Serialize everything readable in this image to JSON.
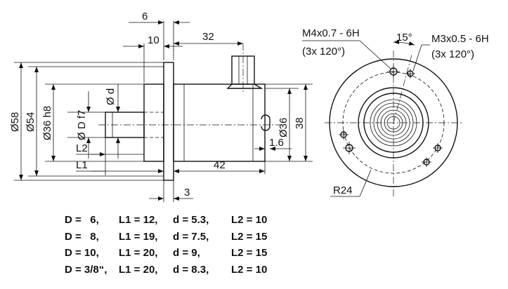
{
  "side_view": {
    "dim_6": "6",
    "dim_10": "10",
    "dim_32": "32",
    "dim_58": "Ø58",
    "dim_54": "Ø54",
    "dim_36h8": "Ø36 h8",
    "dim_Df7": "Ø D f7",
    "dim_d": "Ø d",
    "dim_L2": "L2",
    "dim_L1": "L1",
    "dim_42": "42",
    "dim_3": "3",
    "dim_16": "1.6",
    "dim_36": "Ø36",
    "dim_38": "38"
  },
  "front_view": {
    "thread_left_1": "M4x0.7 - 6H",
    "thread_left_2": "(3x 120°)",
    "angle": "15°",
    "thread_right_1": "M3x0.5 - 6H",
    "thread_right_2": "(3x 120°)",
    "radius": "R24"
  },
  "variants": [
    {
      "D": "D =   6,",
      "L1": "L1 = 12,",
      "d": "d = 5.3,",
      "L2": "L2 = 10"
    },
    {
      "D": "D =   8,",
      "L1": "L1 = 19,",
      "d": "d = 7.5,",
      "L2": "L2 = 15"
    },
    {
      "D": "D = 10,",
      "L1": "L1 = 20,",
      "d": "d = 9,",
      "L2": "L2 = 15"
    },
    {
      "D": "D = 3/8“,",
      "L1": "L1 = 20,",
      "d": "d = 8.3,",
      "L2": "L2 = 10"
    }
  ]
}
